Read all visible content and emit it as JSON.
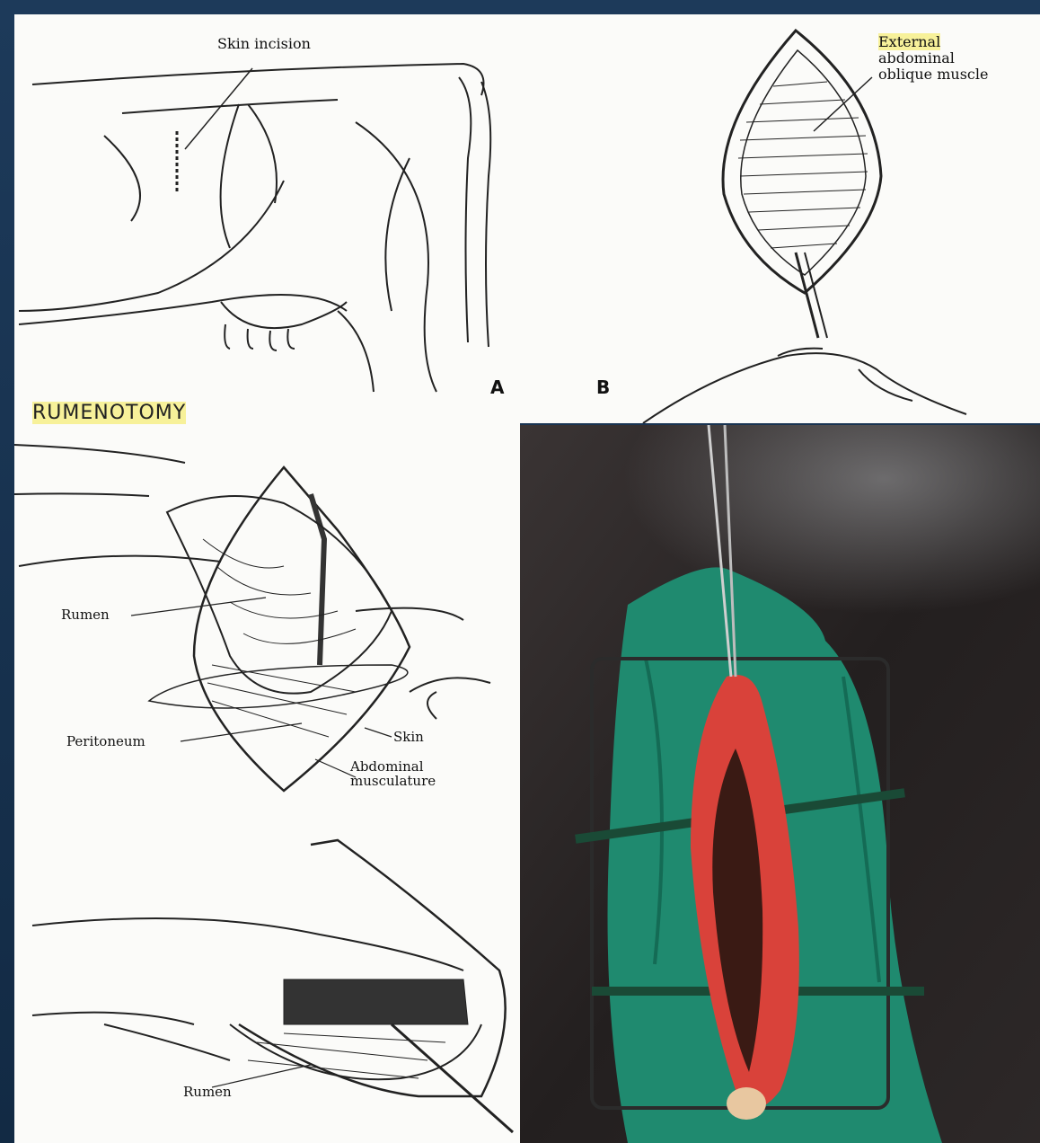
{
  "figure_a": {
    "label_skin_incision": "Skin incision",
    "panel_letter": "A"
  },
  "figure_b": {
    "label_muscle": "External abdominal oblique muscle",
    "label_muscle_lines": [
      "External",
      "abdominal",
      "oblique muscle"
    ],
    "panel_letter": "B"
  },
  "section_title": "RUMENOTOMY",
  "figure_c": {
    "label_rumen": "Rumen",
    "label_peritoneum": "Peritoneum",
    "label_skin": "Skin",
    "label_musculature_lines": [
      "Abdominal",
      "musculature"
    ]
  },
  "figure_d": {
    "label_rumen": "Rumen"
  },
  "colors": {
    "background": "#16314d",
    "highlight": "#f7f19a",
    "drape": "#1f8a6f",
    "hide": "#2b2626",
    "tissue": "#d9423a"
  }
}
